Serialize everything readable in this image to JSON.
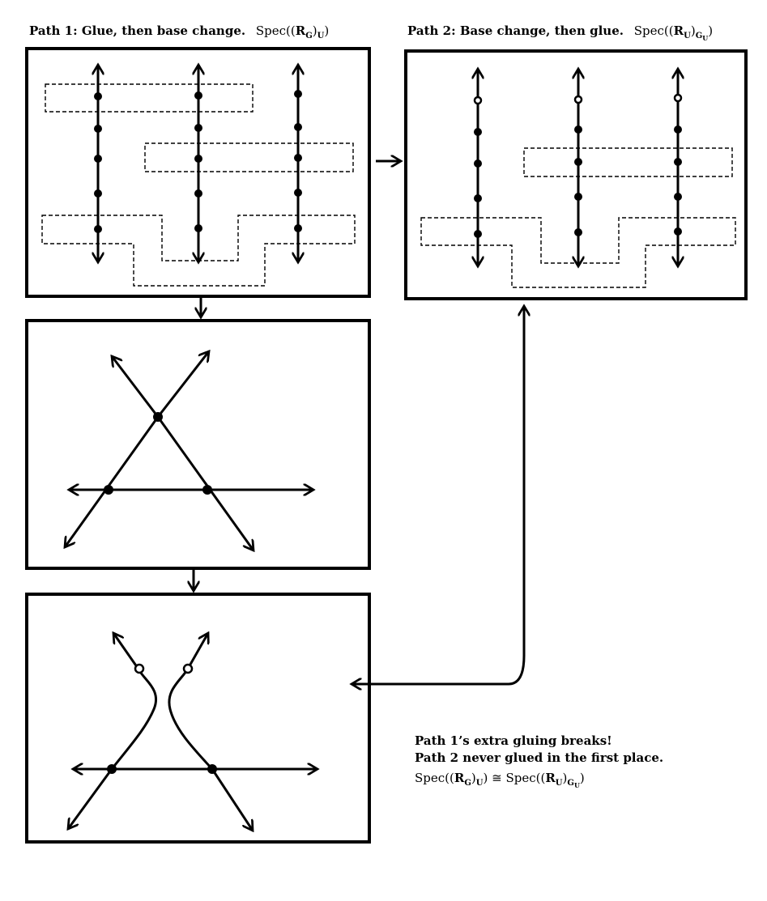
{
  "path1": {
    "heading": "Path 1:  Glue, then base change.",
    "spec_prefix": "Spec((",
    "R": "R",
    "G": "G",
    "close": ")",
    "U": "U",
    "close2": ")"
  },
  "path2": {
    "heading": "Path 2:  Base change, then glue.",
    "spec_prefix": "Spec((",
    "R": "R",
    "U": "U",
    "close": ")",
    "G": "G",
    "Gsub": "U",
    "close2": ")"
  },
  "caption": {
    "line1": "Path 1’s extra gluing breaks!",
    "line2": "Path 2 never glued in the first place.",
    "iso_left_prefix": "Spec((",
    "iso_left_R": "R",
    "iso_left_G": "G",
    "iso_left_close": ")",
    "iso_left_U": "U",
    "iso_left_close2": ")",
    "iso_symbol": " ≅ ",
    "iso_right_prefix": "Spec((",
    "iso_right_R": "R",
    "iso_right_U": "U",
    "iso_right_close": ")",
    "iso_right_G": "G",
    "iso_right_Gsub": "U",
    "iso_right_close2": ")"
  },
  "colors": {
    "ink": "#000000",
    "background": "#ffffff"
  }
}
